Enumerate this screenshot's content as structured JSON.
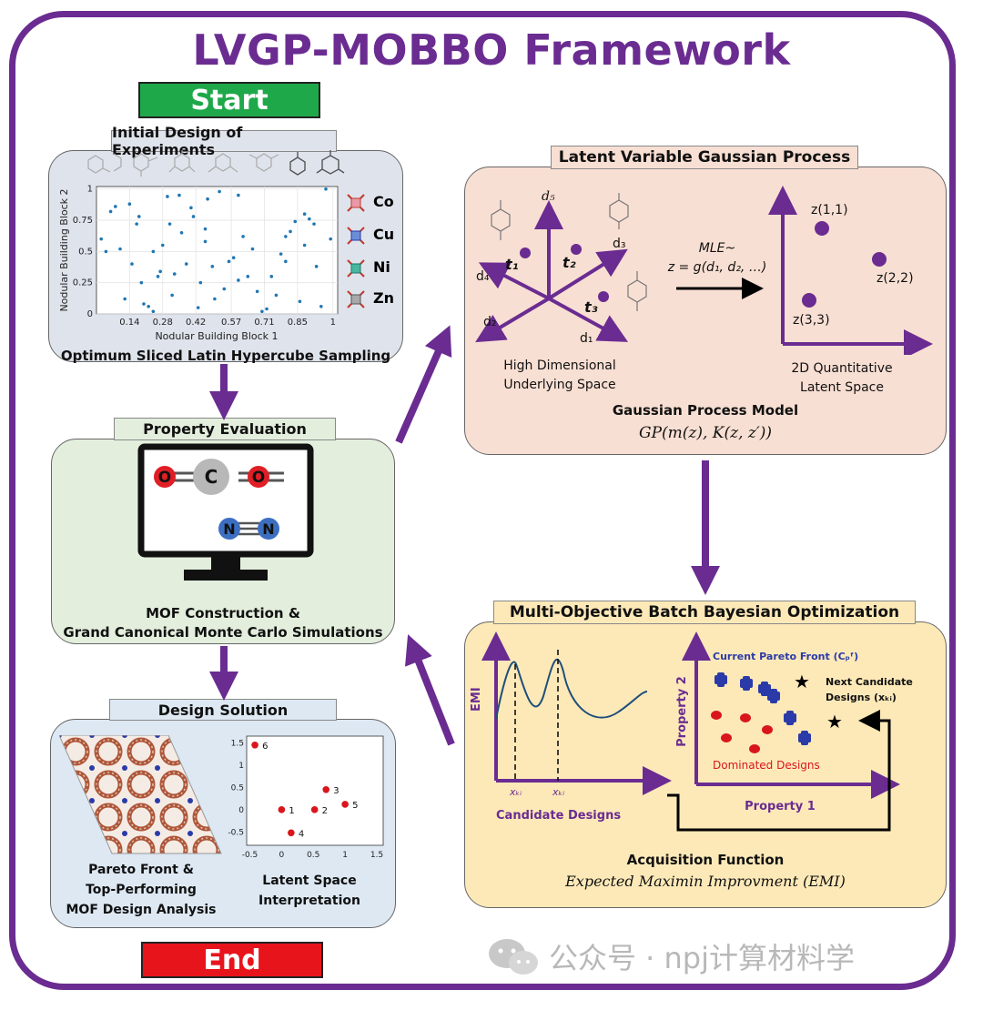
{
  "title": "LVGP-MOBBO Framework",
  "start_label": "Start",
  "end_label": "End",
  "colors": {
    "purple": "#6a2c91",
    "start": "#1fa84a",
    "end": "#e8141c",
    "points": "#1f77b4",
    "red": "#d9161c",
    "blue": "#2a3aa8"
  },
  "doe": {
    "tab": "Initial Design of Experiments",
    "caption": "Optimum Sliced Latin Hypercube Sampling",
    "metals": [
      "Co",
      "Cu",
      "Ni",
      "Zn"
    ]
  },
  "property": {
    "tab": "Property Evaluation",
    "caption_line1": "MOF Construction &",
    "caption_line2": "Grand Canonical Monte Carlo Simulations",
    "atom_o": "O",
    "atom_c": "C",
    "atom_n": "N"
  },
  "design": {
    "tab": "Design Solution",
    "caption_left_1": "Pareto Front &",
    "caption_left_2": "Top-Performing",
    "caption_left_3": "MOF Design Analysis",
    "caption_right_1": "Latent Space",
    "caption_right_2": "Interpretation"
  },
  "lvgp": {
    "tab": "Latent Variable Gaussian Process",
    "mle_line1": "MLE~",
    "mle_line2": "z = g(d₁, d₂, …)",
    "left_caption_1": "High Dimensional",
    "left_caption_2": "Underlying Space",
    "right_caption_1": "2D Quantitative",
    "right_caption_2": "Latent Space",
    "model_title": "Gaussian Process Model",
    "model_formula": "GP(m(z), K(z, z′))",
    "axis_labels": [
      "d₅",
      "d₃",
      "d₄",
      "d₂",
      "d₁"
    ],
    "t_labels": [
      "t₁",
      "t₂",
      "t₃"
    ],
    "z_labels": [
      "z(1,1)",
      "z(2,2)",
      "z(3,3)"
    ]
  },
  "mobbo": {
    "tab": "Multi-Objective Batch Bayesian Optimization",
    "emi_axis": "EMI",
    "x_tick_1": "xₖᵢ",
    "x_tick_2": "xₖᵢ",
    "candidate_label": "Candidate Designs",
    "pareto_label": "Current Pareto Front (Cₚᶠ)",
    "next_label_1": "Next Candidate",
    "next_label_2": "Designs (xₖᵢ)",
    "dominated_label": "Dominated Designs",
    "prop1": "Property 1",
    "prop2": "Property 2",
    "acq_title": "Acquisition Function",
    "acq_formula": "Expected Maximin Improvment (EMI)"
  },
  "watermark": "公众号 · npj计算材料学",
  "chart_data": [
    {
      "type": "scatter",
      "name_hint": "doe",
      "xlabel": "Nodular Building Block 1",
      "ylabel": "Nodular Building Block 2",
      "xlim": [
        0,
        1.02
      ],
      "ylim": [
        0,
        1.02
      ],
      "x_ticks": [
        "0.14",
        "0.28",
        "0.42",
        "0.57",
        "0.71",
        "0.85",
        "1"
      ],
      "x_tick_values": [
        0.14,
        0.28,
        0.42,
        0.57,
        0.71,
        0.85,
        1.0
      ],
      "y_ticks": [
        "0",
        "0.25",
        "0.5",
        "0.75",
        "1"
      ],
      "y_tick_values": [
        0,
        0.25,
        0.5,
        0.75,
        1
      ],
      "points": [
        [
          0.02,
          0.6
        ],
        [
          0.04,
          0.5
        ],
        [
          0.06,
          0.82
        ],
        [
          0.08,
          0.86
        ],
        [
          0.1,
          0.52
        ],
        [
          0.12,
          0.12
        ],
        [
          0.14,
          0.88
        ],
        [
          0.15,
          0.4
        ],
        [
          0.17,
          0.72
        ],
        [
          0.19,
          0.25
        ],
        [
          0.2,
          0.08
        ],
        [
          0.22,
          0.06
        ],
        [
          0.24,
          0.5
        ],
        [
          0.26,
          0.3
        ],
        [
          0.27,
          0.34
        ],
        [
          0.28,
          0.55
        ],
        [
          0.3,
          0.94
        ],
        [
          0.31,
          0.72
        ],
        [
          0.33,
          0.32
        ],
        [
          0.35,
          0.95
        ],
        [
          0.36,
          0.65
        ],
        [
          0.38,
          0.4
        ],
        [
          0.4,
          0.85
        ],
        [
          0.41,
          0.78
        ],
        [
          0.43,
          0.05
        ],
        [
          0.44,
          0.25
        ],
        [
          0.46,
          0.58
        ],
        [
          0.47,
          0.92
        ],
        [
          0.49,
          0.38
        ],
        [
          0.5,
          0.12
        ],
        [
          0.52,
          0.98
        ],
        [
          0.54,
          0.2
        ],
        [
          0.56,
          0.42
        ],
        [
          0.58,
          0.45
        ],
        [
          0.6,
          0.95
        ],
        [
          0.62,
          0.62
        ],
        [
          0.64,
          0.3
        ],
        [
          0.66,
          0.52
        ],
        [
          0.68,
          0.18
        ],
        [
          0.7,
          0.02
        ],
        [
          0.72,
          0.04
        ],
        [
          0.74,
          0.3
        ],
        [
          0.76,
          0.15
        ],
        [
          0.78,
          0.48
        ],
        [
          0.8,
          0.62
        ],
        [
          0.82,
          0.66
        ],
        [
          0.84,
          0.74
        ],
        [
          0.86,
          0.1
        ],
        [
          0.88,
          0.8
        ],
        [
          0.9,
          0.76
        ],
        [
          0.92,
          0.72
        ],
        [
          0.93,
          0.38
        ],
        [
          0.95,
          0.06
        ],
        [
          0.97,
          1.0
        ],
        [
          0.99,
          0.6
        ],
        [
          0.6,
          0.27
        ],
        [
          0.32,
          0.15
        ],
        [
          0.24,
          0.02
        ],
        [
          0.46,
          0.68
        ],
        [
          0.8,
          0.42
        ],
        [
          0.88,
          0.55
        ],
        [
          0.18,
          0.78
        ]
      ]
    },
    {
      "type": "scatter",
      "name_hint": "latent",
      "xlim": [
        -0.55,
        1.6
      ],
      "ylim": [
        -0.8,
        1.65
      ],
      "x_ticks": [
        "-0.5",
        "0",
        "0.5",
        "1",
        "1.5"
      ],
      "x_tick_values": [
        -0.5,
        0,
        0.5,
        1,
        1.5
      ],
      "y_ticks": [
        "-0.5",
        "0",
        "0.5",
        "1",
        "1.5"
      ],
      "y_tick_values": [
        -0.5,
        0,
        0.5,
        1,
        1.5
      ],
      "points": [
        {
          "label": "1",
          "x": 0.0,
          "y": 0.0
        },
        {
          "label": "2",
          "x": 0.52,
          "y": 0.0
        },
        {
          "label": "3",
          "x": 0.7,
          "y": 0.45
        },
        {
          "label": "4",
          "x": 0.15,
          "y": -0.52
        },
        {
          "label": "5",
          "x": 1.0,
          "y": 0.12
        },
        {
          "label": "6",
          "x": -0.42,
          "y": 1.45
        }
      ]
    }
  ]
}
